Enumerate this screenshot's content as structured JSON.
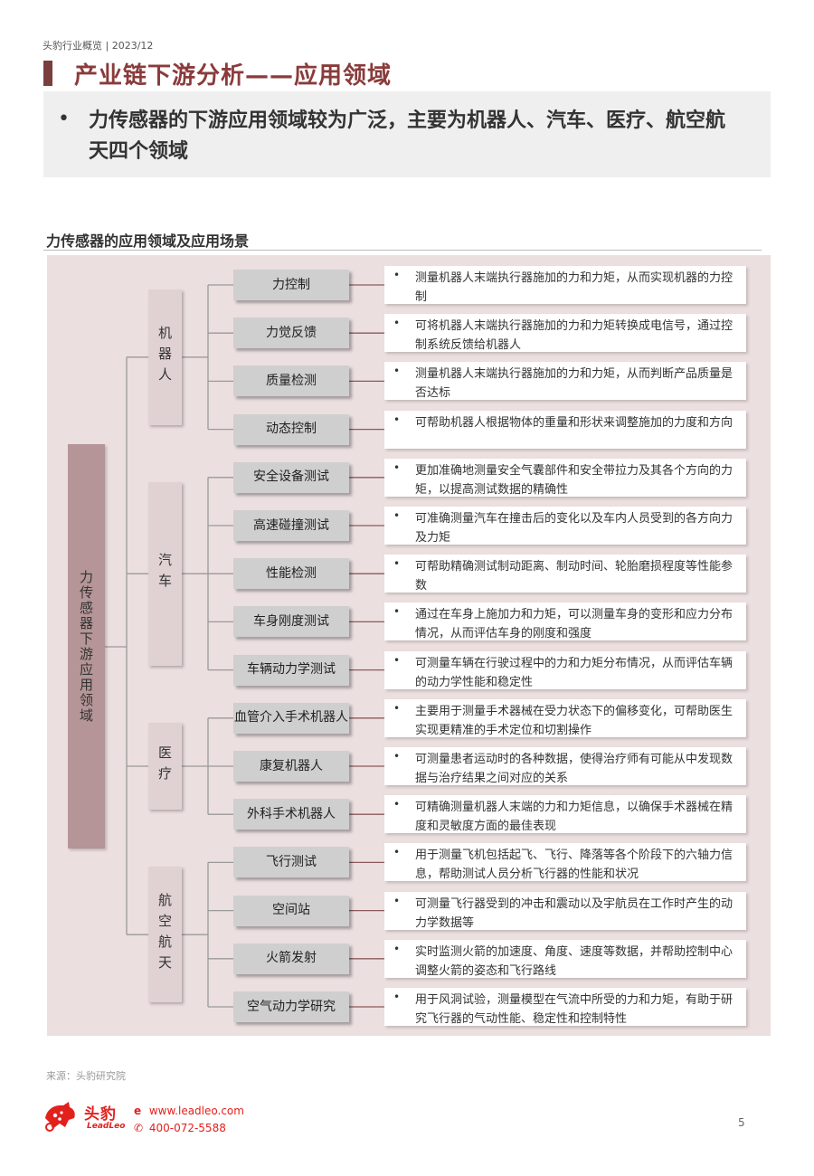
{
  "header": {
    "text": "头豹行业概览 | 2023/12"
  },
  "title": "产业链下游分析——应用领域",
  "summary": {
    "bullet": "•",
    "text": "力传感器的下游应用领域较为广泛，主要为机器人、汽车、医疗、航空航天四个领域"
  },
  "figure_title": "力传感器的应用领域及应用场景",
  "root": "力传感器下游应用领域",
  "domains": [
    {
      "label": "机器人",
      "apps": [
        {
          "name": "力控制",
          "desc": "测量机器人末端执行器施加的力和力矩，从而实现机器的力控制"
        },
        {
          "name": "力觉反馈",
          "desc": "可将机器人末端执行器施加的力和力矩转换成电信号，通过控制系统反馈给机器人"
        },
        {
          "name": "质量检测",
          "desc": "测量机器人末端执行器施加的力和力矩，从而判断产品质量是否达标"
        },
        {
          "name": "动态控制",
          "desc": "可帮助机器人根据物体的重量和形状来调整施加的力度和方向"
        }
      ]
    },
    {
      "label": "汽车",
      "apps": [
        {
          "name": "安全设备测试",
          "desc": "更加准确地测量安全气囊部件和安全带拉力及其各个方向的力矩，以提高测试数据的精确性"
        },
        {
          "name": "高速碰撞测试",
          "desc": "可准确测量汽车在撞击后的变化以及车内人员受到的各方向力及力矩"
        },
        {
          "name": "性能检测",
          "desc": "可帮助精确测试制动距离、制动时间、轮胎磨损程度等性能参数"
        },
        {
          "name": "车身刚度测试",
          "desc": "通过在车身上施加力和力矩，可以测量车身的变形和应力分布情况，从而评估车身的刚度和强度"
        },
        {
          "name": "车辆动力学测试",
          "desc": "可测量车辆在行驶过程中的力和力矩分布情况，从而评估车辆的动力学性能和稳定性"
        }
      ]
    },
    {
      "label": "医疗",
      "apps": [
        {
          "name": "血管介入手术机器人",
          "desc": "主要用于测量手术器械在受力状态下的偏移变化，可帮助医生实现更精准的手术定位和切割操作"
        },
        {
          "name": "康复机器人",
          "desc": "可测量患者运动时的各种数据，使得治疗师有可能从中发现数据与治疗结果之间对应的关系"
        },
        {
          "name": "外科手术机器人",
          "desc": "可精确测量机器人末端的力和力矩信息，以确保手术器械在精度和灵敏度方面的最佳表现"
        }
      ]
    },
    {
      "label": "航空航天",
      "apps": [
        {
          "name": "飞行测试",
          "desc": "用于测量飞机包括起飞、飞行、降落等各个阶段下的六轴力信息，帮助测试人员分析飞行器的性能和状况"
        },
        {
          "name": "空间站",
          "desc": "可测量飞行器受到的冲击和震动以及宇航员在工作时产生的动力学数据等"
        },
        {
          "name": "火箭发射",
          "desc": "实时监测火箭的加速度、角度、速度等数据，并帮助控制中心调整火箭的姿态和飞行路线"
        },
        {
          "name": "空气动力学研究",
          "desc": "用于风洞试验，测量模型在气流中所受的力和力矩，有助于研究飞行器的气动性能、稳定性和控制特性"
        }
      ]
    }
  ],
  "bullet": "•",
  "source": "来源：头豹研究院",
  "footer": {
    "brand_cn": "头豹",
    "brand_en": "LeadLeo",
    "website": "www.leadleo.com",
    "phone": "400-072-5588",
    "page_number": "5"
  },
  "colors": {
    "title": "#8a3b3b",
    "accent_bar": "#7a3e3e",
    "root_box": "#b59597",
    "domain_box": "#e0d2d3",
    "app_box": "#cfcfcf",
    "panel": "#ecdfe0",
    "brand_red": "#e2211c"
  }
}
